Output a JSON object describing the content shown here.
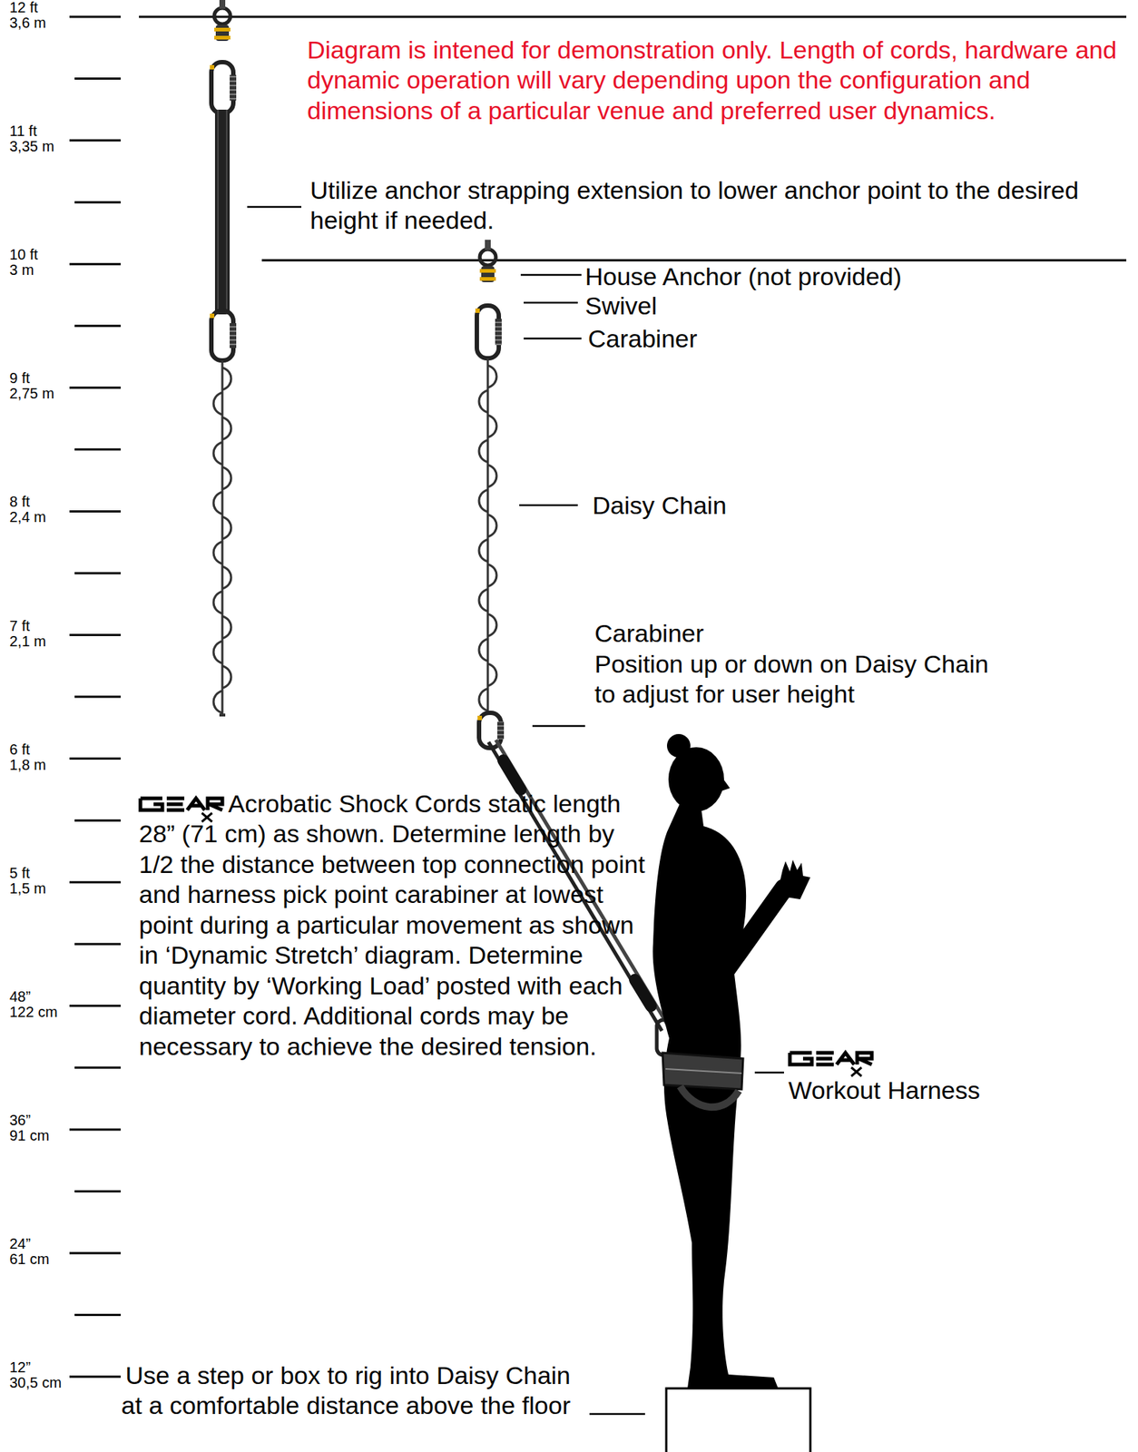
{
  "diagram": {
    "labels": [
      "12 ft",
      "3,6 m",
      "11 ft",
      "3,35 m",
      "10 ft",
      "3 m",
      "9 ft",
      "2,75 m",
      "8 ft",
      "2,4 m",
      "7 ft",
      "2,1 m",
      "6 ft",
      "1,8 m",
      "5 ft",
      "1,5 m",
      "48”",
      "122 cm",
      "36”",
      "91 cm",
      "24”",
      "61 cm",
      "12”",
      "30,5 cm",
      "Diagram is intened for demonstration only. Length of cords, hardware and dynamic operation will vary depending upon the configuration and dimensions of a particular venue and preferred user dynamics.",
      "Utilize anchor strapping extension to lower anchor point to the desired height if needed.",
      "House Anchor (not provided)",
      "Swivel",
      "Carabiner",
      "Daisy Chain",
      "Carabiner",
      "Position up or down on Daisy Chain to adjust for user height",
      "Acrobatic Shock Cords static length 28” (71 cm) as shown. Determine length by 1/2 the distance between top connection point and harness pick point carabiner at lowest point during a particular movement as shown in ‘Dynamic Stretch’ diagram. Determine quantity by ‘Working Load’ posted with each diameter cord. Additional cords may be necessary to achieve the desired tension.",
      "Workout Harness",
      "Use a step or box to rig into Daisy Chain at a comfortable distance above the floor"
    ]
  }
}
